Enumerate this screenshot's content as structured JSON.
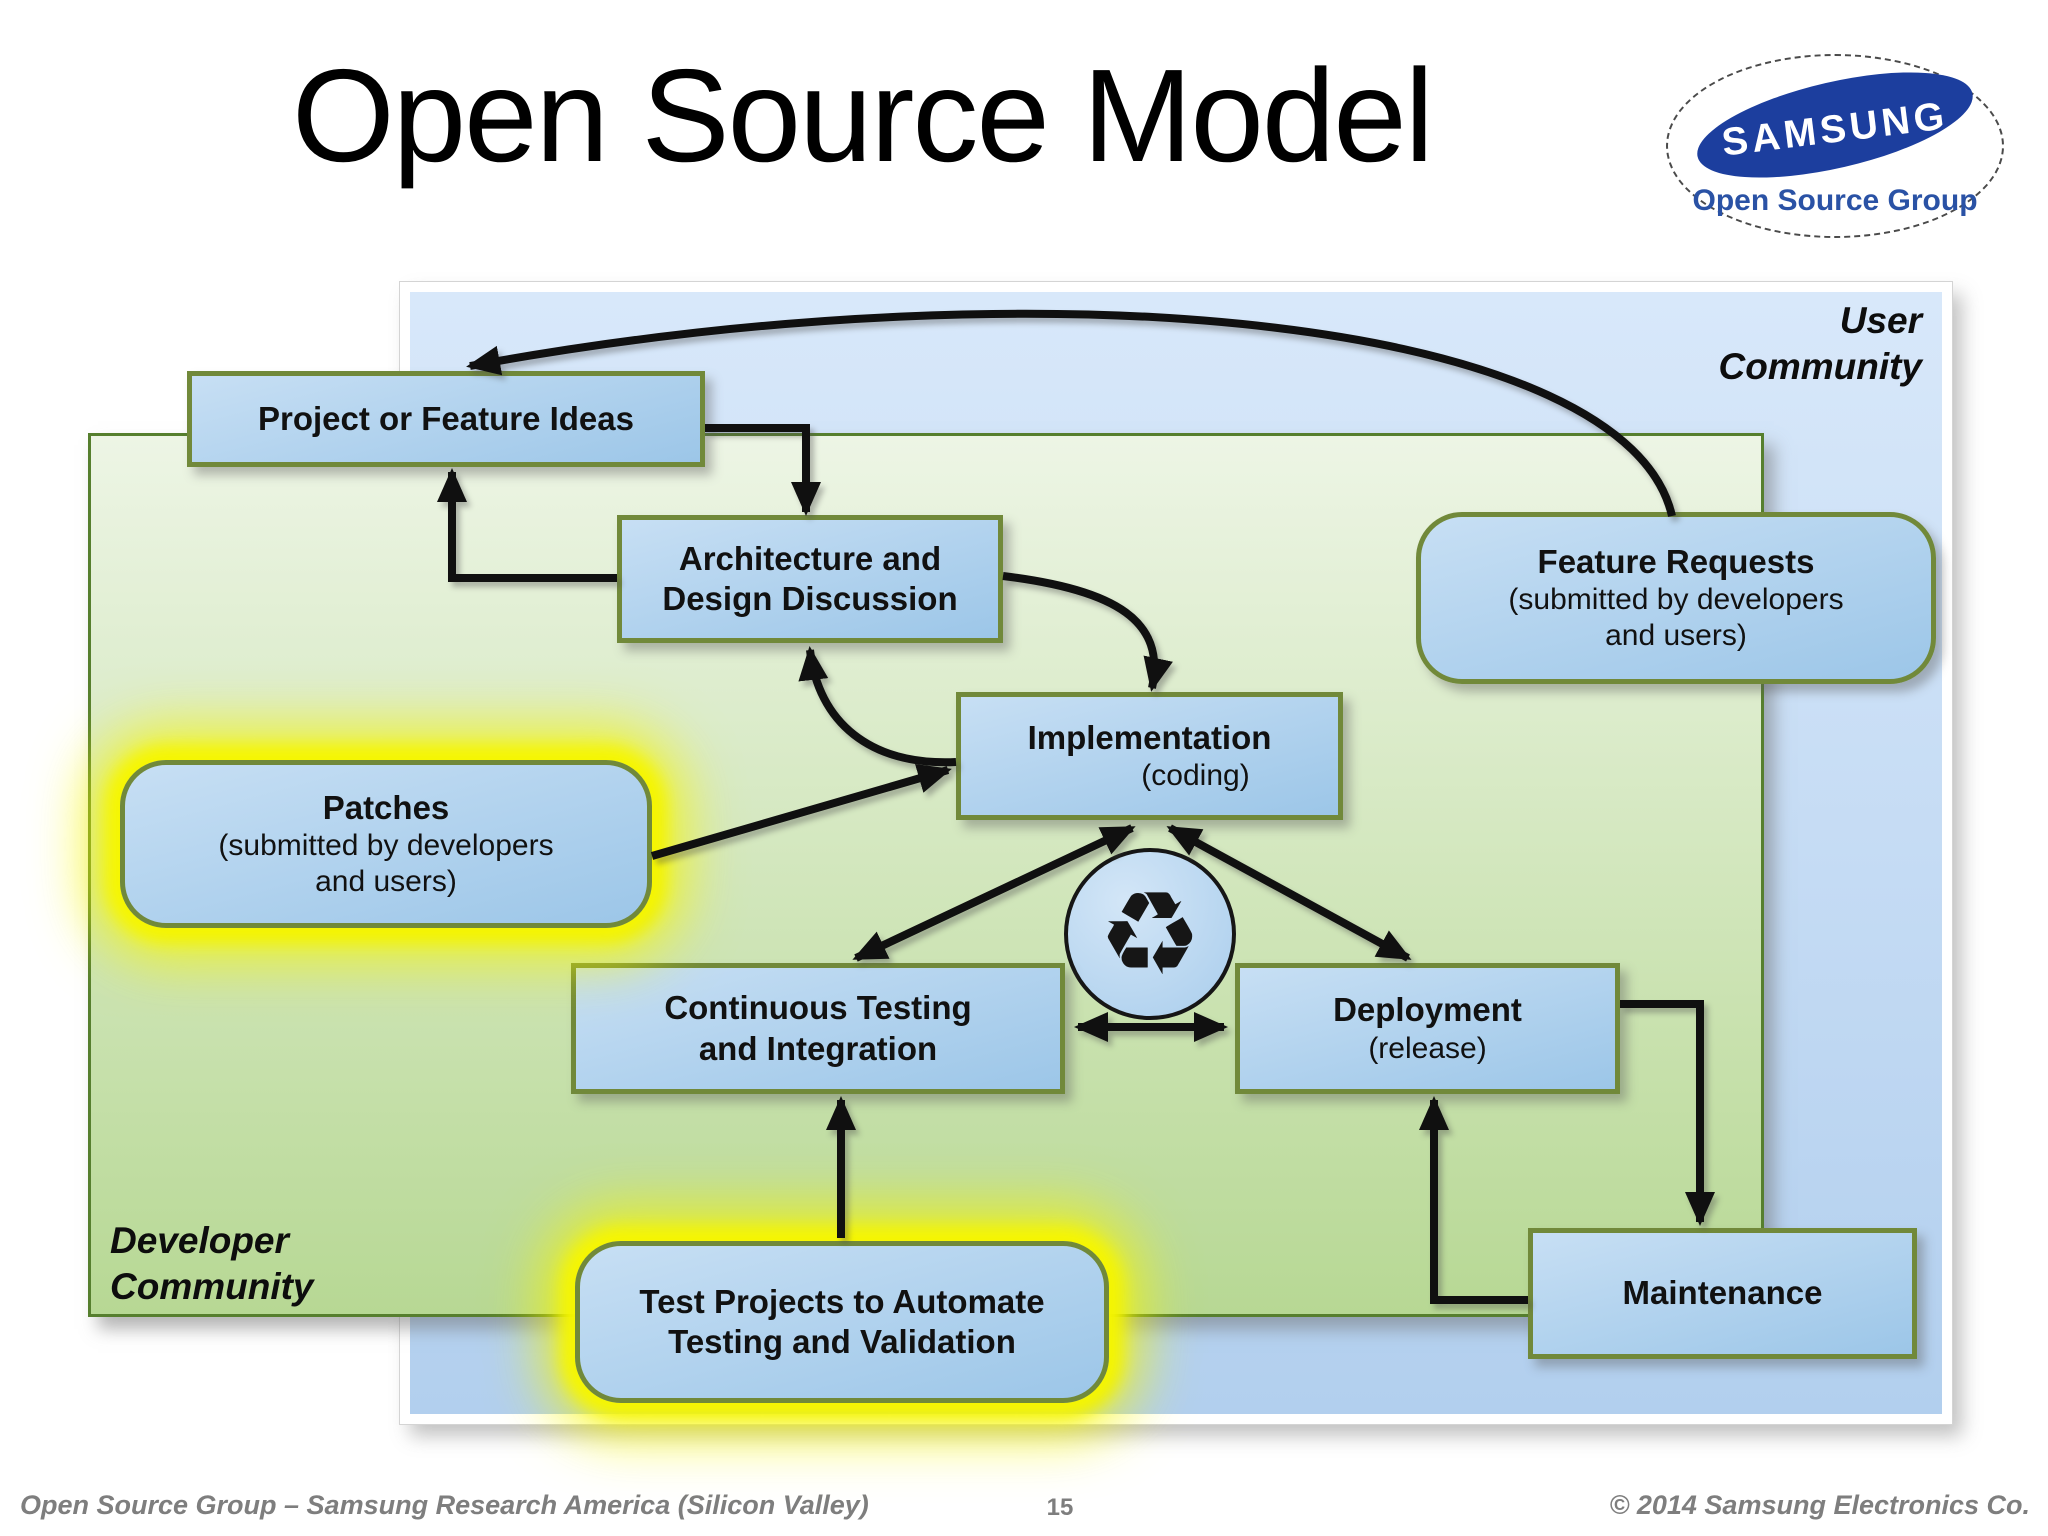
{
  "slide": {
    "title": "Open Source Model",
    "page_number": "15",
    "footer_left": "Open Source Group –  Samsung Research America (Silicon Valley)",
    "footer_right": "© 2014 Samsung Electronics Co."
  },
  "logo": {
    "brand": "SAMSUNG",
    "subtitle": "Open Source Group"
  },
  "regions": {
    "user_community": {
      "label": "User\nCommunity"
    },
    "developer_community": {
      "label": "Developer\nCommunity"
    }
  },
  "diagram": {
    "project_ideas": {
      "title": "Project or Feature Ideas"
    },
    "architecture": {
      "title": "Architecture and\nDesign Discussion"
    },
    "implementation": {
      "title": "Implementation",
      "subtitle": "(coding)"
    },
    "continuous_testing": {
      "title": "Continuous Testing\nand Integration"
    },
    "deployment": {
      "title": "Deployment",
      "subtitle": "(release)"
    },
    "maintenance": {
      "title": "Maintenance"
    },
    "feature_requests": {
      "title": "Feature Requests",
      "subtitle": "(submitted by developers\nand users)"
    },
    "patches": {
      "title": "Patches",
      "subtitle": "(submitted by developers\nand users)"
    },
    "test_projects": {
      "title": "Test Projects to Automate\nTesting and Validation"
    }
  },
  "icons": {
    "recycle": "♻"
  },
  "colors": {
    "box_border": "#71893a",
    "box_fill_top": "#c7dff4",
    "box_fill_bottom": "#9cc6e8",
    "user_top": "#d8e8fa",
    "user_bottom": "#b2cfee",
    "dev_top": "#edf5e5",
    "dev_bottom": "#b7d894",
    "dev_border": "#567f2e",
    "highlight": "#f6f600",
    "arrow": "#101010",
    "text": "#111111",
    "footer_text": "#7e7e7e",
    "samsung_blue": "#1c3e9e",
    "logo_sub": "#2a52a5"
  }
}
